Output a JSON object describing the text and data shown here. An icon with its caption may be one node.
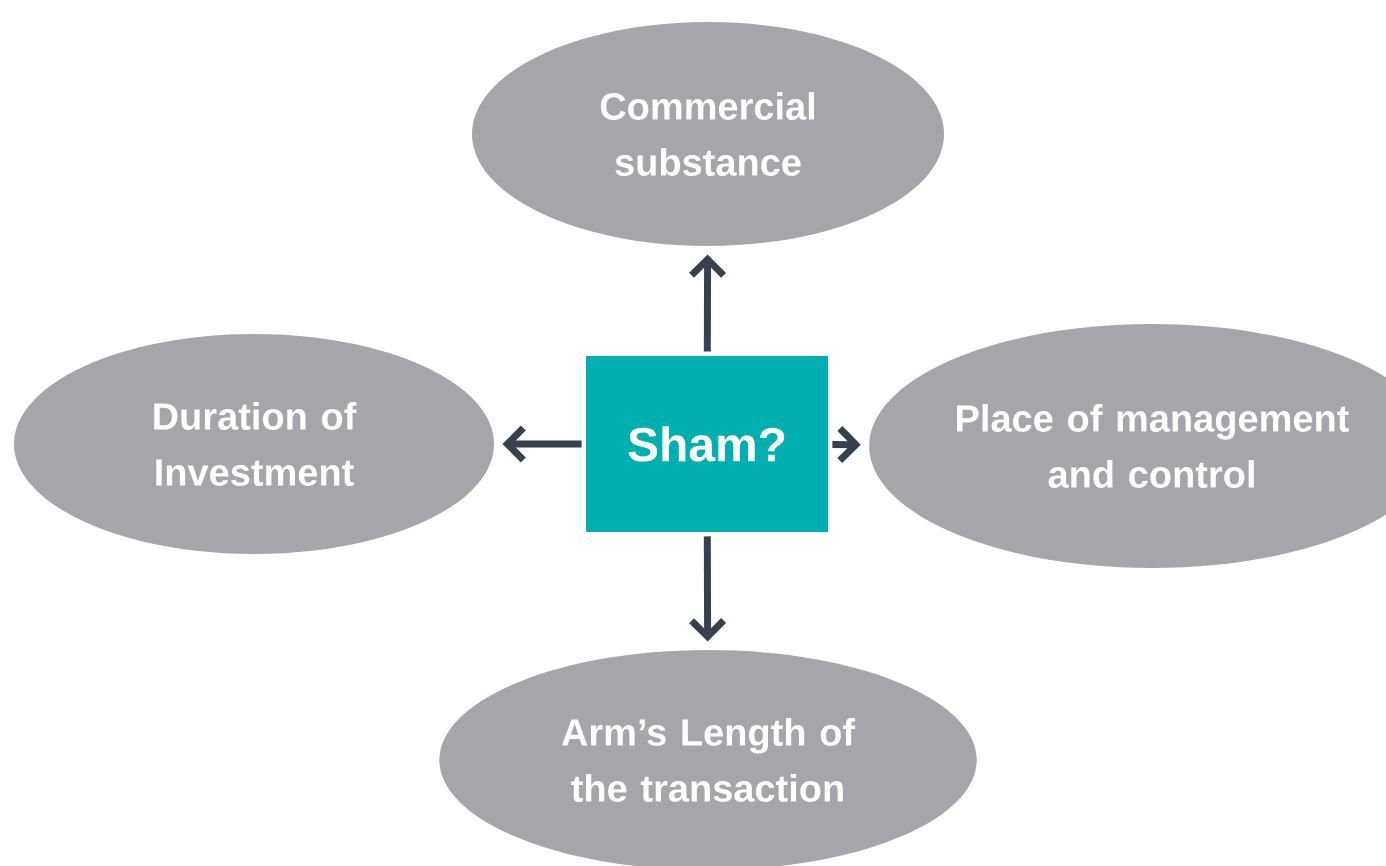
{
  "diagram": {
    "nodes": [
      {
        "text": [
          "Commercial substance"
        ]
      },
      {
        "text": [
          "Duration of Investment"
        ]
      },
      {
        "text": [
          "Sham?"
        ]
      },
      {
        "text": [
          "Place of management and control"
        ]
      },
      {
        "text": [
          "Arm’s Length of the transaction"
        ]
      }
    ],
    "edges": [
      {
        "from": 2,
        "to": 0,
        "arrow": "to"
      },
      {
        "from": 2,
        "to": 1,
        "arrow": "to"
      },
      {
        "from": 2,
        "to": 3,
        "arrow": "to"
      },
      {
        "from": 2,
        "to": 4,
        "arrow": "to"
      }
    ]
  }
}
